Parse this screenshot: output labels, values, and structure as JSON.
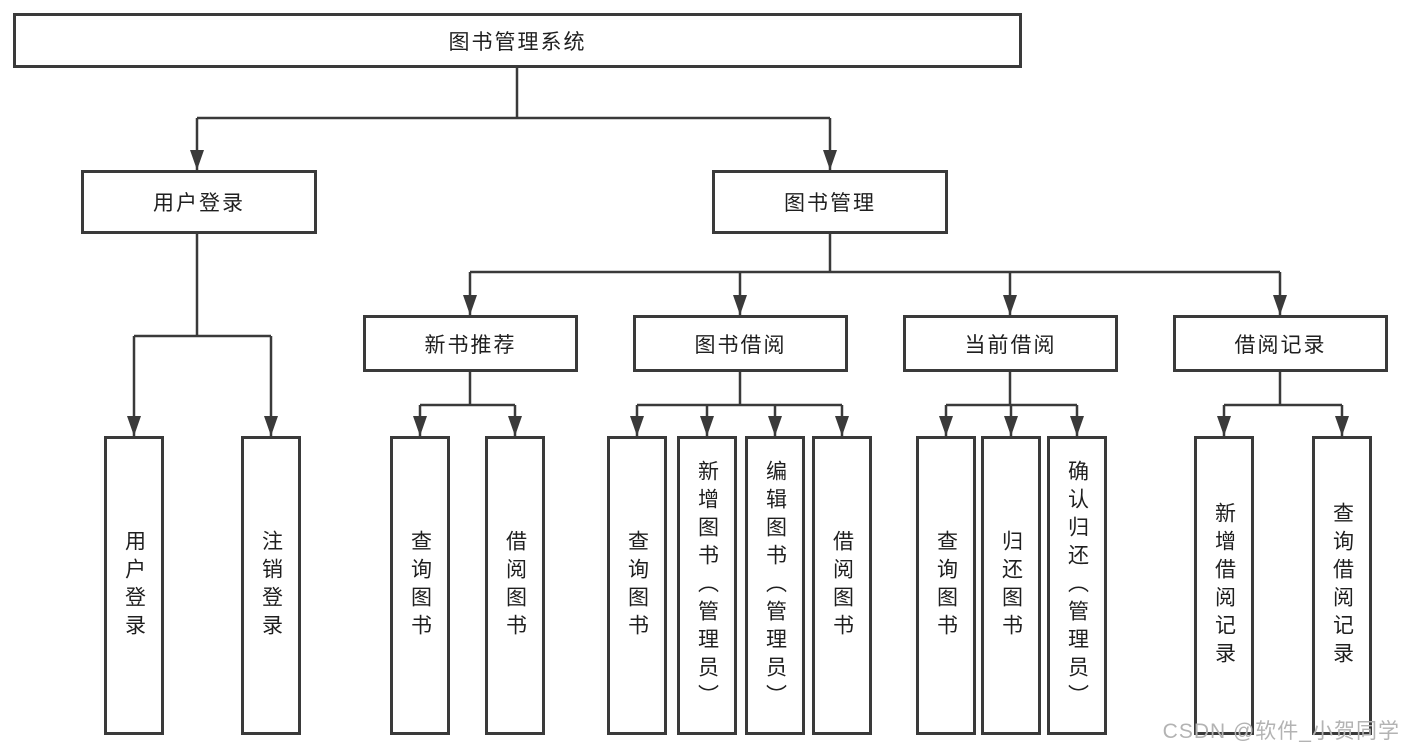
{
  "diagram": {
    "root": {
      "label": "图书管理系统"
    },
    "level2": [
      "用户登录",
      "图书管理"
    ],
    "level3": [
      "新书推荐",
      "图书借阅",
      "当前借阅",
      "借阅记录"
    ],
    "leaves": {
      "user_login": [
        "用户登录",
        "注销登录"
      ],
      "new_book_recommend": [
        "查询图书",
        "借阅图书"
      ],
      "book_borrowing": [
        "查询图书",
        "新增图书（管理员）",
        "编辑图书（管理员）",
        "借阅图书"
      ],
      "current_borrowing": [
        "查询图书",
        "归还图书",
        "确认归还（管理员）"
      ],
      "borrowing_records": [
        "新增借阅记录",
        "查询借阅记录"
      ]
    }
  },
  "watermark": {
    "text": "CSDN @软件_小贺同学"
  },
  "colors": {
    "line": "#3a3a3a",
    "box_border": "#3a3a3a",
    "text": "#1f1f1f",
    "watermark": "#b3b3b3",
    "background": "#ffffff"
  }
}
